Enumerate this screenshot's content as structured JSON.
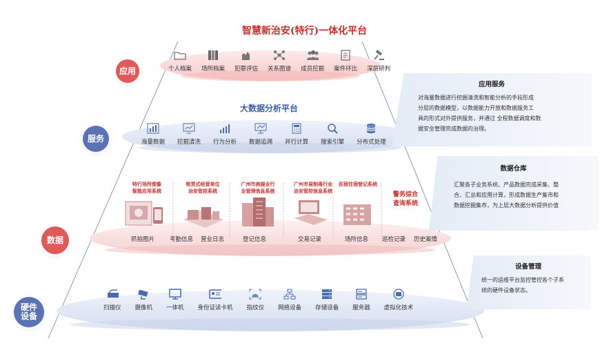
{
  "title": "智慧新治安(特行)一体化平台",
  "layers": {
    "app": "应用",
    "service": "服务",
    "data": "数据",
    "hardware": "硬件\n设备"
  },
  "app_items": [
    {
      "label": "个人档案",
      "icon": "folder-icon"
    },
    {
      "label": "场所档案",
      "icon": "binders-icon"
    },
    {
      "label": "犯罪评估",
      "icon": "hand-icon"
    },
    {
      "label": "关系图谱",
      "icon": "network-icon"
    },
    {
      "label": "成员挖掘",
      "icon": "group-icon"
    },
    {
      "label": "案件环比",
      "icon": "document-icon"
    },
    {
      "label": "深层研判",
      "icon": "gavel-icon"
    }
  ],
  "service_title": "大数据分析平台",
  "service_items": [
    {
      "label": "海量数据",
      "icon": "bar-chart-icon"
    },
    {
      "label": "挖掘清洗",
      "icon": "monitor-chart-icon"
    },
    {
      "label": "行为分析",
      "icon": "growth-chart-icon"
    },
    {
      "label": "数据追溯",
      "icon": "presentation-icon"
    },
    {
      "label": "并行计算",
      "icon": "calculator-icon"
    },
    {
      "label": "搜索引擎",
      "icon": "search-icon"
    },
    {
      "label": "分布式处理",
      "icon": "database-icon"
    }
  ],
  "data_systems": [
    {
      "name": "特行场所图像\n智能应用系统"
    },
    {
      "name": "租赁式经营单位\n治安管控系统"
    },
    {
      "name": "广州市商服业行\n业管理信息系统"
    },
    {
      "name": "广州市易制毒行业\n治安管控信息系统"
    },
    {
      "name": "民宿住宿登记系统"
    },
    {
      "name": "警务综合\n查询系统"
    }
  ],
  "data_labels": [
    "抓拍图片",
    "考勤信息",
    "营业日志",
    "登记信息",
    "交易记录",
    "场所信息",
    "巡检记录",
    "历史案情"
  ],
  "hardware_items": [
    {
      "label": "扫描仪",
      "icon": "scanner-icon"
    },
    {
      "label": "摄像机",
      "icon": "camera-icon"
    },
    {
      "label": "一体机",
      "icon": "monitor-icon"
    },
    {
      "label": "身份证读卡机",
      "icon": "id-card-icon"
    },
    {
      "label": "指纹仪",
      "icon": "fingerprint-icon"
    },
    {
      "label": "网络设备",
      "icon": "network-device-icon"
    },
    {
      "label": "存储设备",
      "icon": "storage-icon"
    },
    {
      "label": "服务器",
      "icon": "server-icon"
    },
    {
      "label": "虚拟化技术",
      "icon": "virtualization-icon"
    }
  ],
  "panels": {
    "app": {
      "title": "应用服务",
      "lines": [
        "对海量数据进行挖掘清洗和智能分析的手段形成",
        "分层的数据模型，以数据能力开放和数据服务工",
        "具的形式对外提供服务，并通过 全程数据调度和数",
        "据安全管理完成数据的治理。"
      ]
    },
    "data": {
      "title": "数据仓库",
      "lines": [
        "汇聚各子业务系统、产品数据完成采集、整",
        "合、汇总和应用计算，形成数据生产集市和",
        "数据挖掘集市，为上层大数据分析提供价值"
      ]
    },
    "hardware": {
      "title": "设备管理",
      "lines": [
        "统一的运维平台监控管控各个子系",
        "统的硬件设备状态。"
      ]
    }
  },
  "colors": {
    "accent_red": "#c9302c",
    "layer_red": "#e05a5a",
    "layer_blue": "#5a73b5",
    "panel_bg": "#e8eef7"
  }
}
